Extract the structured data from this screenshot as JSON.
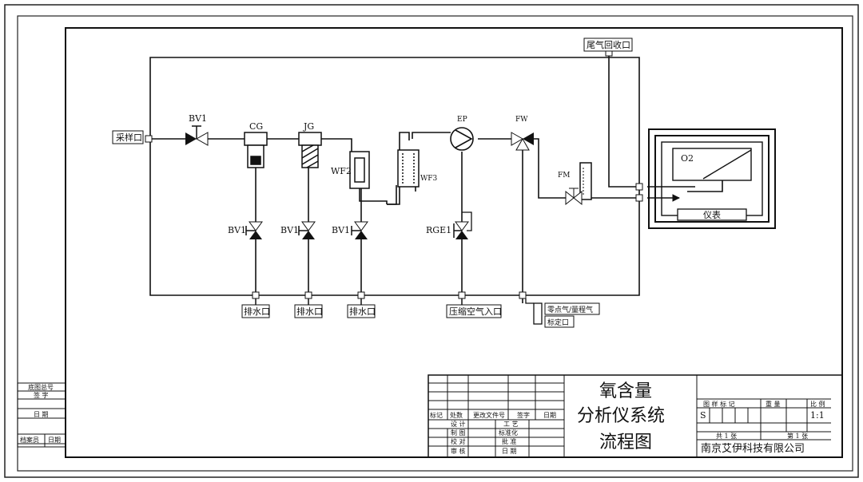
{
  "diagram": {
    "inlet": "采样口",
    "tail_outlet": "尾气回收口",
    "components": {
      "bv1_main": "BV1",
      "cg": "CG",
      "jg": "JG",
      "wf2": "WF2",
      "wf3": "WF3",
      "ep": "EP",
      "fw": "FW",
      "fm": "FM",
      "rge1": "RGE1",
      "bv1_a": "BV1",
      "bv1_b": "BV1",
      "bv1_c": "BV1"
    },
    "drains": [
      "排水口",
      "排水口",
      "排水口"
    ],
    "air_inlet": "压缩空气入口",
    "zero_gas": "零点气/量程气",
    "cal_port": "标定口",
    "analyzer": {
      "sensor": "O2",
      "instrument": "仪表"
    }
  },
  "title_block": {
    "left": {
      "drawing_no": "底图总号",
      "sign": "签 字",
      "date": "日 期",
      "archivist": "档案员",
      "archivist_date": "日期"
    },
    "rev_headers": [
      "标记",
      "处数",
      "更改文件号",
      "签字",
      "日期"
    ],
    "roles_left": [
      "设 计",
      "制 图",
      "校 对",
      "审 核"
    ],
    "roles_right": [
      "工 艺",
      "标准化",
      "批 准",
      "日 期"
    ],
    "title_lines": [
      "氧含量",
      "分析仪系统",
      "流程图"
    ],
    "info_headers": [
      "图 样 标 记",
      "重 量",
      "比 例"
    ],
    "mark": "S",
    "scale": "1:1",
    "sheets_total": "共 1 张",
    "sheet_no": "第 1 张",
    "company": "南京艾伊科技有限公司"
  }
}
